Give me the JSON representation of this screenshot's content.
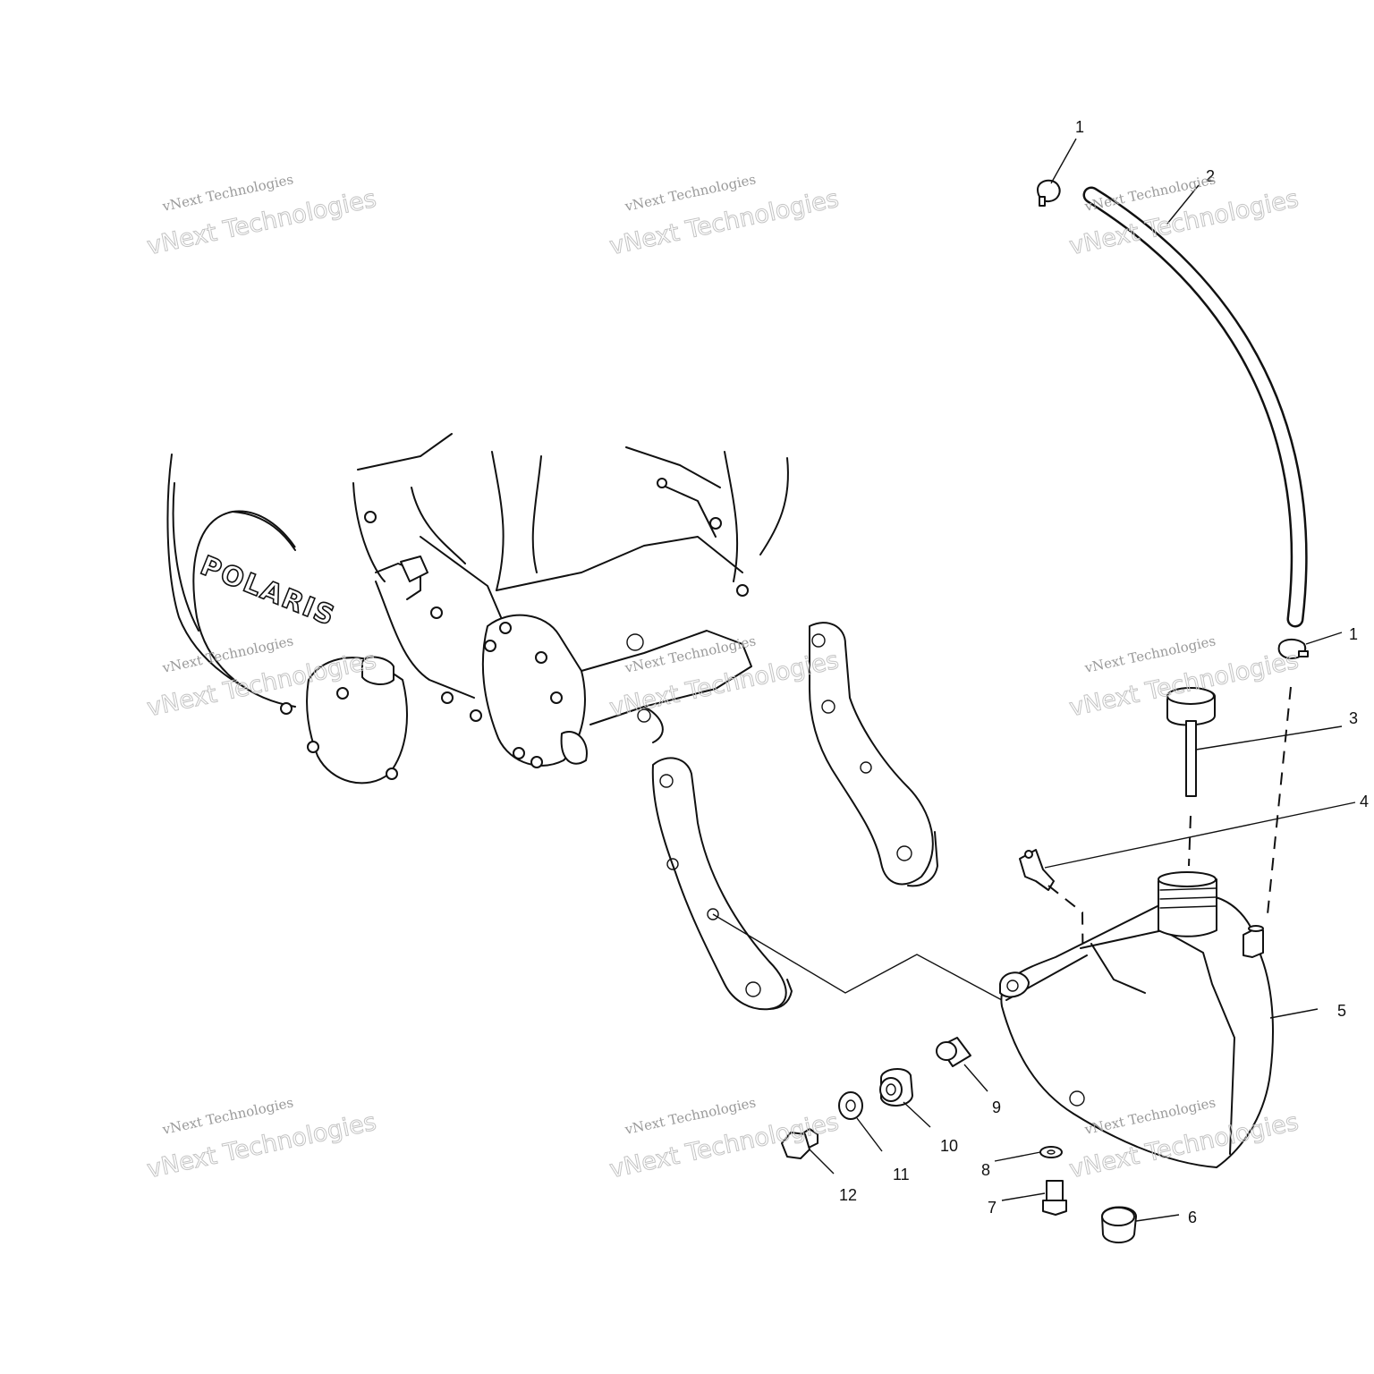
{
  "engine_logo": "POLARIS",
  "watermark": {
    "line1": "vNext Technologies",
    "line2": "vNext Technologies"
  },
  "callouts": [
    {
      "id": "1",
      "label": "1"
    },
    {
      "id": "2",
      "label": "2"
    },
    {
      "id": "1b",
      "label": "1"
    },
    {
      "id": "3",
      "label": "3"
    },
    {
      "id": "4",
      "label": "4"
    },
    {
      "id": "5",
      "label": "5"
    },
    {
      "id": "9",
      "label": "9"
    },
    {
      "id": "10",
      "label": "10"
    },
    {
      "id": "11",
      "label": "11"
    },
    {
      "id": "12",
      "label": "12"
    },
    {
      "id": "8",
      "label": "8"
    },
    {
      "id": "7",
      "label": "7"
    },
    {
      "id": "6",
      "label": "6"
    }
  ]
}
